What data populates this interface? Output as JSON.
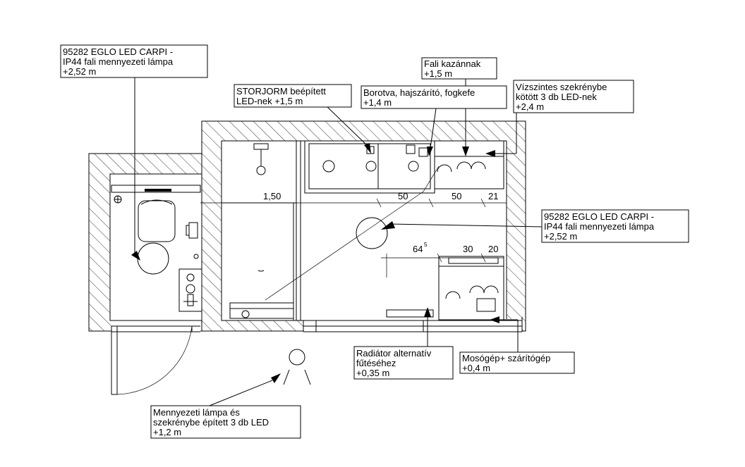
{
  "callouts": {
    "lamp_toilet": [
      "95282 EGLO LED CARPI -",
      "IP44 fali mennyezeti lámpa",
      "+2,52 m"
    ],
    "storjorm": [
      "STORJORM beépített",
      "LED-nek +1,5 m"
    ],
    "borotva": [
      "Borotva, hajszárító, fogkefe",
      "+1,4 m"
    ],
    "kazan": [
      "Fali kazánnak",
      "+1,5 m"
    ],
    "vizszintes": [
      "Vízszintes szekrénybe",
      "kötött 3 db LED-nek",
      "+2,4 m"
    ],
    "lamp_bath": [
      "95282 EGLO LED CARPI -",
      "IP44 fali mennyezeti lámpa",
      "+2,52 m"
    ],
    "radiator": [
      "Radiátor alternatív",
      "fűtéséhez",
      "+0,35 m"
    ],
    "mosogep": [
      "Mosógép+ szárítógép",
      "+0,4 m"
    ],
    "mennyezeti": [
      "Mennyezeti lámpa és",
      "szekrénybe épített 3 db LED",
      "+1,2 m"
    ]
  },
  "dimensions": {
    "d150": "1,50",
    "d50a": "50",
    "d50b": "50",
    "d21": "21",
    "d64": "64",
    "d64_sup": "5",
    "d30": "30",
    "d20": "20"
  }
}
